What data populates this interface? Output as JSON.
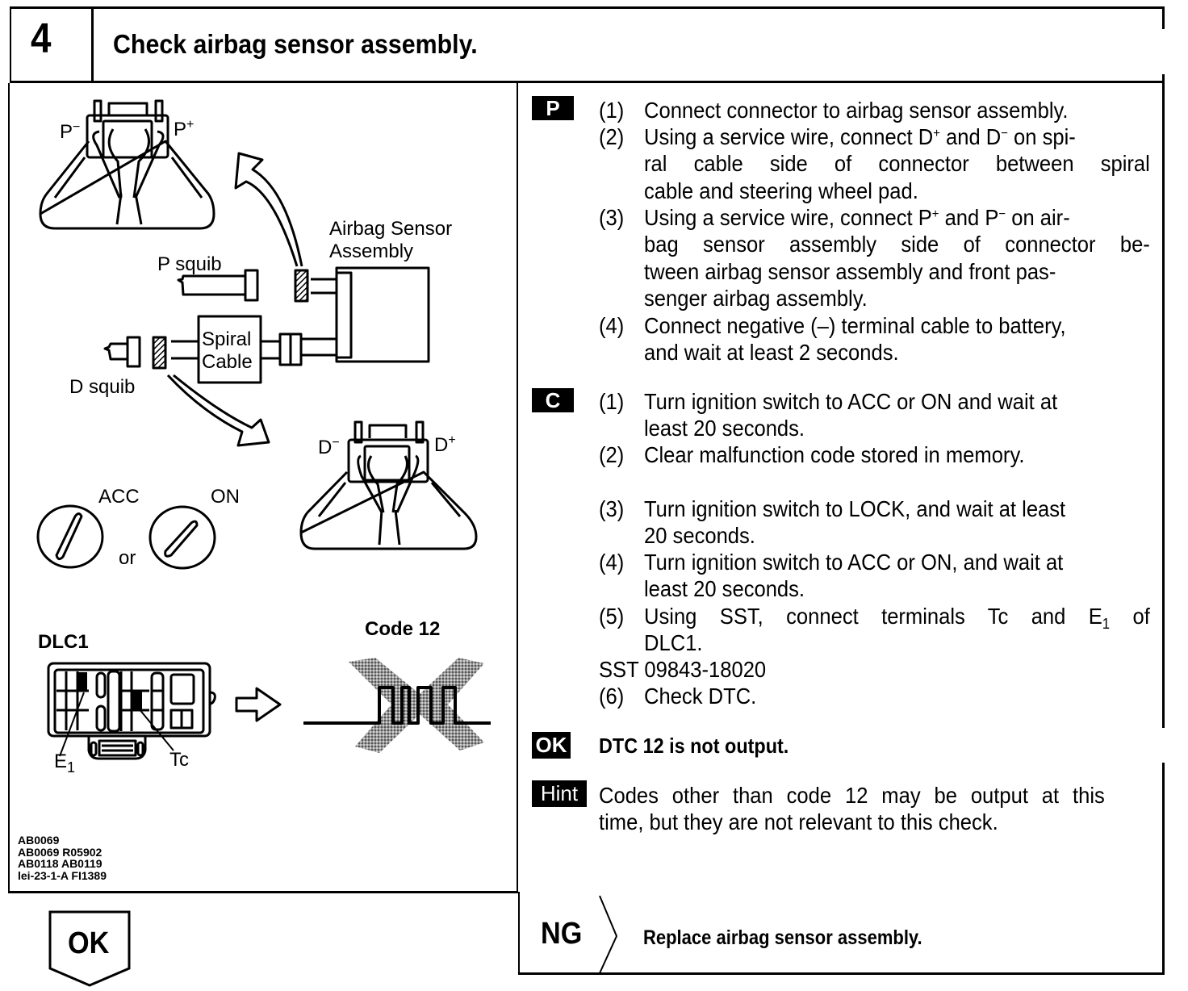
{
  "header": {
    "step_number": "4",
    "title": "Check airbag sensor assembly."
  },
  "diagram": {
    "labels": {
      "p_minus": "P",
      "p_plus": "P",
      "airbag_sensor_line1": "Airbag Sensor",
      "airbag_sensor_line2": "Assembly",
      "p_squib": "P squib",
      "spiral_line1": "Spiral",
      "spiral_line2": "Cable",
      "d_squib": "D squib",
      "d_minus": "D",
      "d_plus": "D",
      "acc": "ACC",
      "on": "ON",
      "or": "or",
      "dlc1": "DLC1",
      "code12": "Code 12",
      "e1": "E",
      "e1_sub": "1",
      "tc": "Tc",
      "minus_sign": "−",
      "plus_sign": "+"
    },
    "figure_codes": [
      "AB0069",
      "AB0069 R05902",
      "AB0118 AB0119",
      "lei-23-1-A FI1389"
    ]
  },
  "prepare": {
    "tag": "P",
    "steps": [
      {
        "num": "(1)",
        "lines": [
          "Connect connector to airbag sensor assembly."
        ]
      },
      {
        "num": "(2)",
        "lines": [
          "Using a service wire, connect D",
          "and D",
          "on spi-",
          "ral cable side of connector between spiral",
          "cable and steering wheel pad."
        ]
      },
      {
        "num": "(3)",
        "lines": [
          "Using a service wire, connect P",
          "and P",
          "on air-",
          "bag sensor assembly side of connector be-",
          "tween airbag sensor assembly and front pas-",
          "senger airbag assembly."
        ]
      },
      {
        "num": "(4)",
        "lines": [
          "Connect negative (–) terminal cable to battery,",
          "and wait at least 2 seconds."
        ]
      }
    ]
  },
  "check": {
    "tag": "C",
    "steps": [
      {
        "num": "(1)",
        "lines": [
          "Turn ignition switch to ACC or ON and wait at",
          "least 20 seconds."
        ]
      },
      {
        "num": "(2)",
        "lines": [
          "Clear malfunction code stored in memory."
        ]
      },
      {
        "num": "(3)",
        "lines": [
          "Turn ignition switch to LOCK, and wait at least",
          "20 seconds."
        ]
      },
      {
        "num": "(4)",
        "lines": [
          "Turn ignition switch to ACC or ON, and wait at",
          "least 20 seconds."
        ]
      },
      {
        "num": "(5)",
        "lines": [
          "Using SST, connect terminals Tc and E",
          "of",
          "DLC1."
        ]
      },
      {
        "num": "(6)",
        "lines": [
          "Check  DTC."
        ]
      }
    ],
    "sst": "SST 09843-18020",
    "e_sub": "1"
  },
  "ok_result": {
    "tag": "OK",
    "text": "DTC 12 is not output."
  },
  "hint": {
    "tag": "Hint",
    "lines": [
      "Codes other than code 12 may be output at this",
      "time, but they are not relevant to this check."
    ]
  },
  "flow": {
    "ok_label": "OK",
    "ng_label": "NG",
    "ng_action": "Replace airbag sensor assembly."
  },
  "colors": {
    "ink": "#000000",
    "paper": "#ffffff",
    "hatch": "#808080"
  }
}
